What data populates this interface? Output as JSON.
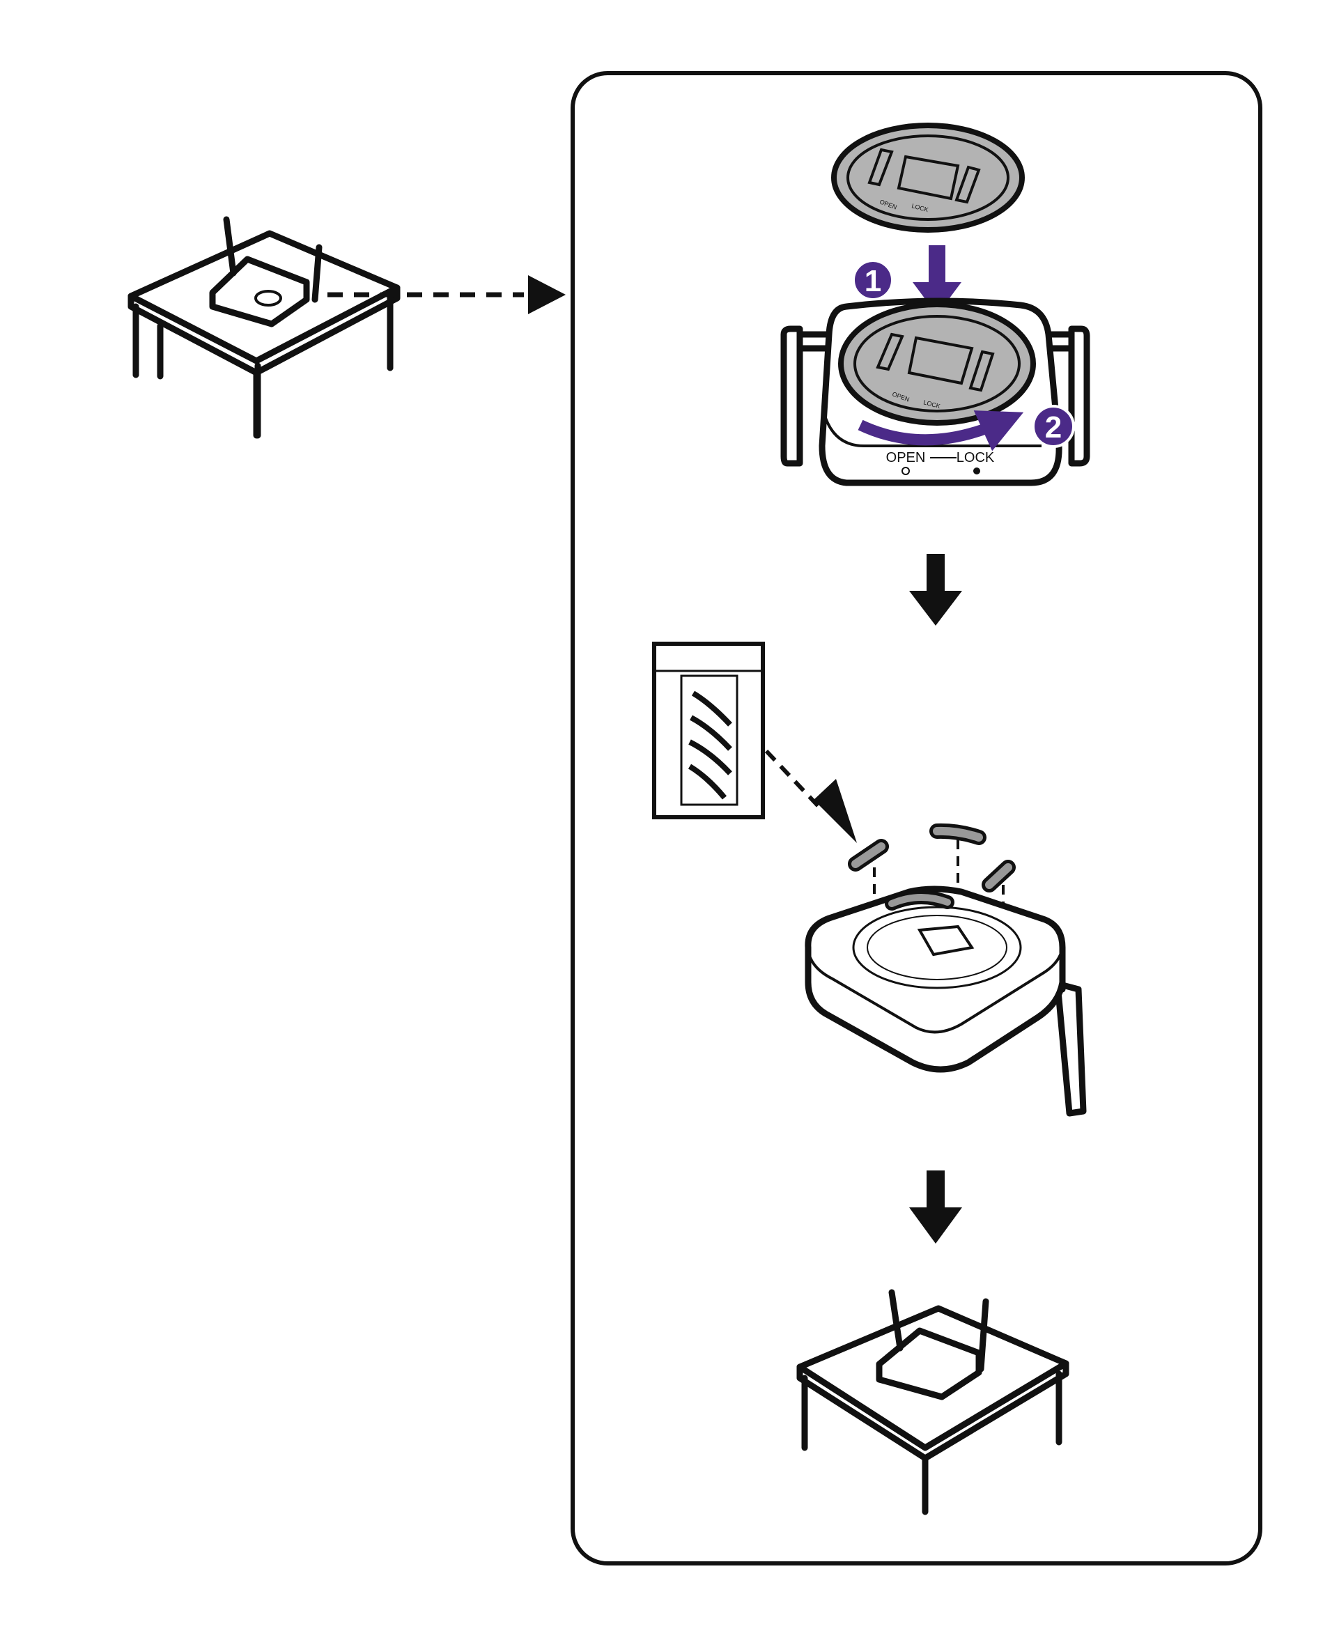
{
  "colors": {
    "accent_purple": "#4b2a88",
    "line": "#111111",
    "plate_gray": "#b3b3b3"
  },
  "steps": {
    "step1_label": "1",
    "step2_label": "2"
  },
  "device_label": {
    "open": "OPEN",
    "lock": "LOCK"
  },
  "plate_label": {
    "open": "OPEN",
    "lock": "LOCK"
  }
}
